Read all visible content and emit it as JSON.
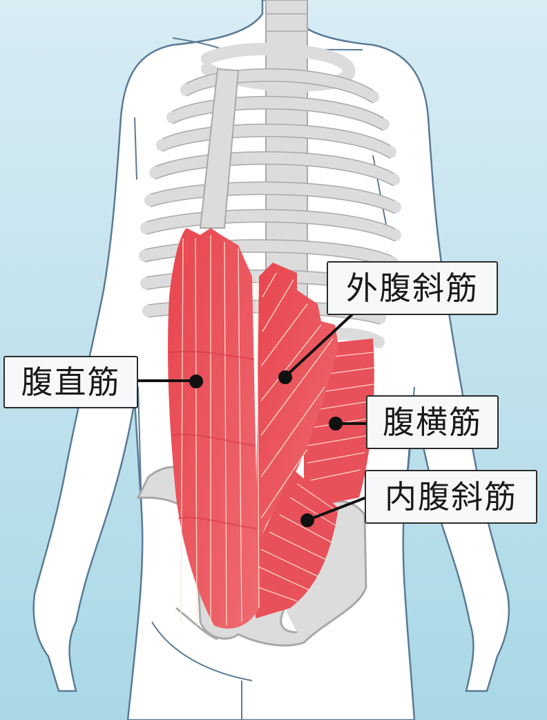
{
  "colors": {
    "background_top": "#d8ecf4",
    "background_bottom": "#a9d8e6",
    "body_fill": "#ffffff",
    "body_outline": "#5a7a96",
    "bone_fill": "#dcdcdc",
    "bone_outline": "#a8a8a8",
    "muscle_fill": "#e8505a",
    "muscle_fiber": "#fbe6cf",
    "leader_line": "#111111",
    "label_border": "#2a2a2a",
    "label_bg": "#f6f8f9"
  },
  "labels": {
    "external_oblique": "外腹斜筋",
    "rectus_abdominis": "腹直筋",
    "transversus_abdominis": "腹横筋",
    "internal_oblique": "内腹斜筋"
  }
}
